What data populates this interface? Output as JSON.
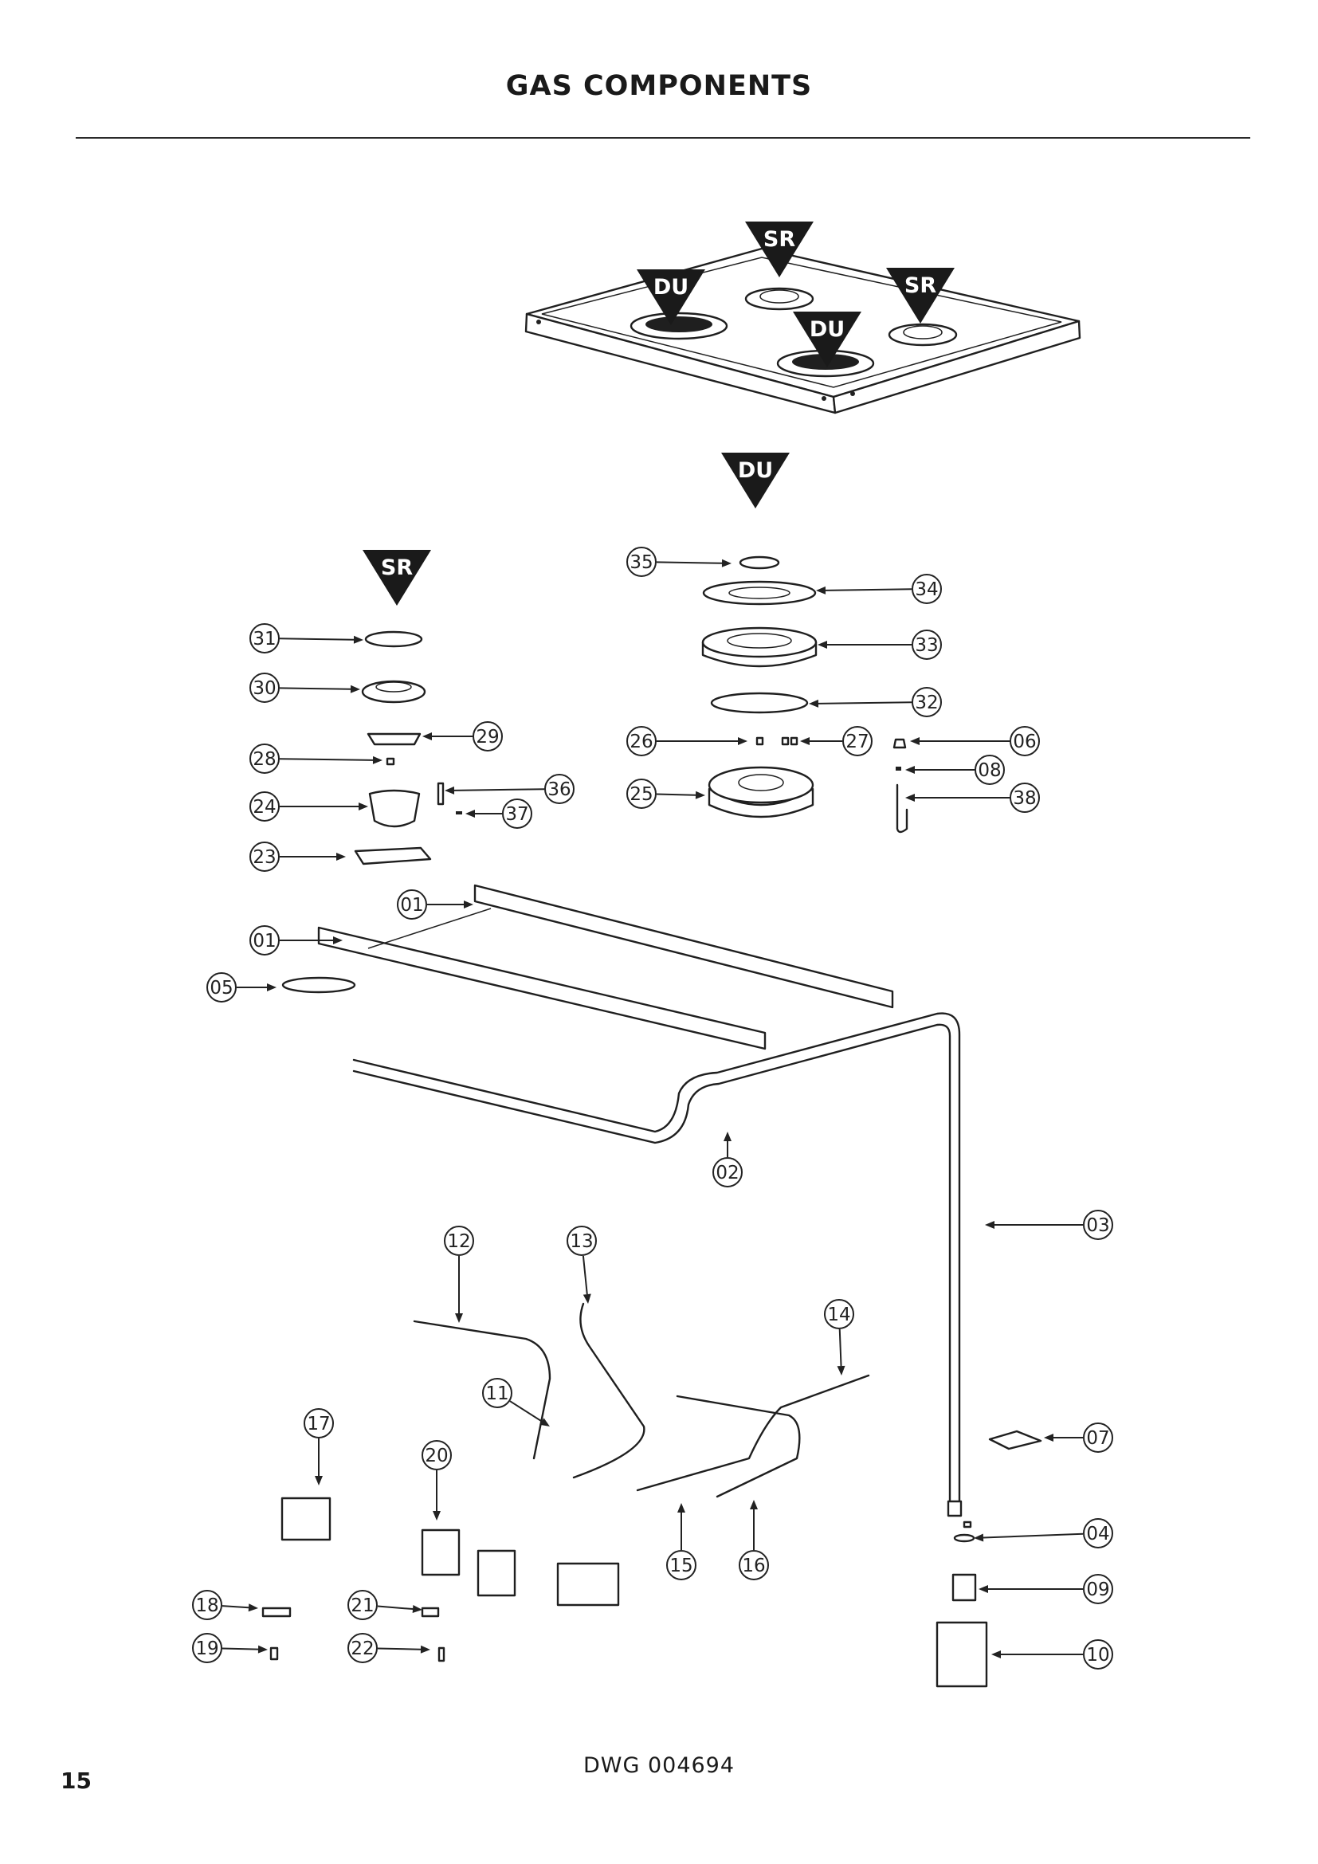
{
  "page": {
    "title": "GAS COMPONENTS",
    "drawing_number": "DWG 004694",
    "page_number": "15"
  },
  "burner_markers": [
    {
      "id": "top-sr-rear",
      "label": "SR"
    },
    {
      "id": "top-du-left",
      "label": "DU"
    },
    {
      "id": "top-sr-right",
      "label": "SR"
    },
    {
      "id": "top-du-center",
      "label": "DU"
    },
    {
      "id": "du-group",
      "label": "DU"
    },
    {
      "id": "sr-group",
      "label": "SR"
    }
  ],
  "callouts": [
    {
      "label": "35"
    },
    {
      "label": "34"
    },
    {
      "label": "33"
    },
    {
      "label": "32"
    },
    {
      "label": "26"
    },
    {
      "label": "27"
    },
    {
      "label": "06"
    },
    {
      "label": "08"
    },
    {
      "label": "25"
    },
    {
      "label": "38"
    },
    {
      "label": "31"
    },
    {
      "label": "30"
    },
    {
      "label": "29"
    },
    {
      "label": "28"
    },
    {
      "label": "36"
    },
    {
      "label": "24"
    },
    {
      "label": "37"
    },
    {
      "label": "23"
    },
    {
      "label": "01"
    },
    {
      "label": "01"
    },
    {
      "label": "05"
    },
    {
      "label": "02"
    },
    {
      "label": "03"
    },
    {
      "label": "12"
    },
    {
      "label": "13"
    },
    {
      "label": "14"
    },
    {
      "label": "11"
    },
    {
      "label": "17"
    },
    {
      "label": "20"
    },
    {
      "label": "07"
    },
    {
      "label": "04"
    },
    {
      "label": "09"
    },
    {
      "label": "15"
    },
    {
      "label": "16"
    },
    {
      "label": "18"
    },
    {
      "label": "21"
    },
    {
      "label": "19"
    },
    {
      "label": "22"
    },
    {
      "label": "10"
    }
  ]
}
